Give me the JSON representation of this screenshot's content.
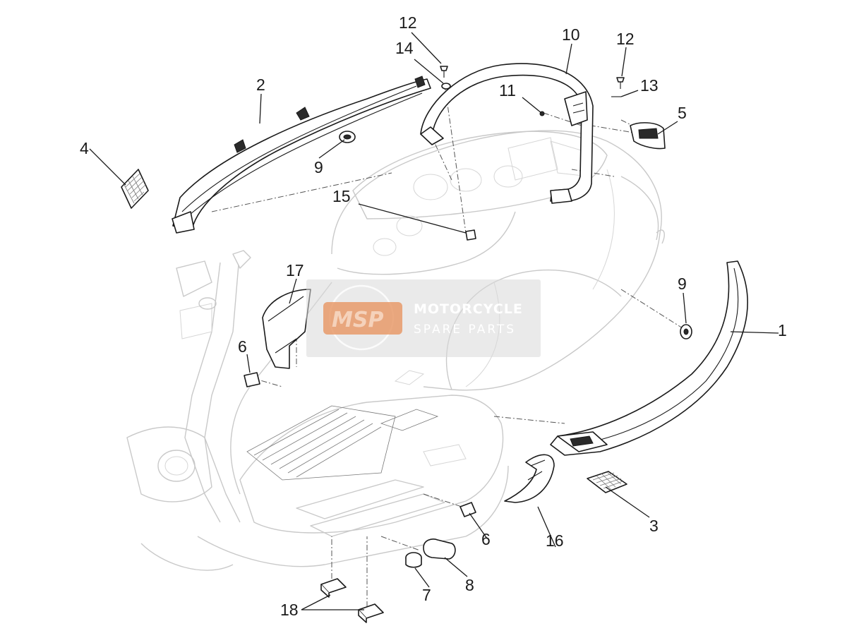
{
  "diagram": {
    "callouts": [
      {
        "id": "1",
        "label": "1"
      },
      {
        "id": "2",
        "label": "2"
      },
      {
        "id": "3",
        "label": "3"
      },
      {
        "id": "4",
        "label": "4"
      },
      {
        "id": "5",
        "label": "5"
      },
      {
        "id": "6a",
        "label": "6"
      },
      {
        "id": "6b",
        "label": "6"
      },
      {
        "id": "7",
        "label": "7"
      },
      {
        "id": "8",
        "label": "8"
      },
      {
        "id": "9a",
        "label": "9"
      },
      {
        "id": "9b",
        "label": "9"
      },
      {
        "id": "10",
        "label": "10"
      },
      {
        "id": "11",
        "label": "11"
      },
      {
        "id": "12a",
        "label": "12"
      },
      {
        "id": "12b",
        "label": "12"
      },
      {
        "id": "13",
        "label": "13"
      },
      {
        "id": "14",
        "label": "14"
      },
      {
        "id": "15",
        "label": "15"
      },
      {
        "id": "16",
        "label": "16"
      },
      {
        "id": "17",
        "label": "17"
      },
      {
        "id": "18",
        "label": "18"
      }
    ]
  },
  "watermark": {
    "logo_text": "MSP",
    "title": "MOTORCYCLE",
    "subtitle": "SPARE PARTS"
  },
  "colors": {
    "watermark_accent": "#e89a6a",
    "frame_lines": "#c9c9c9",
    "part_lines": "#1a1a1a"
  }
}
